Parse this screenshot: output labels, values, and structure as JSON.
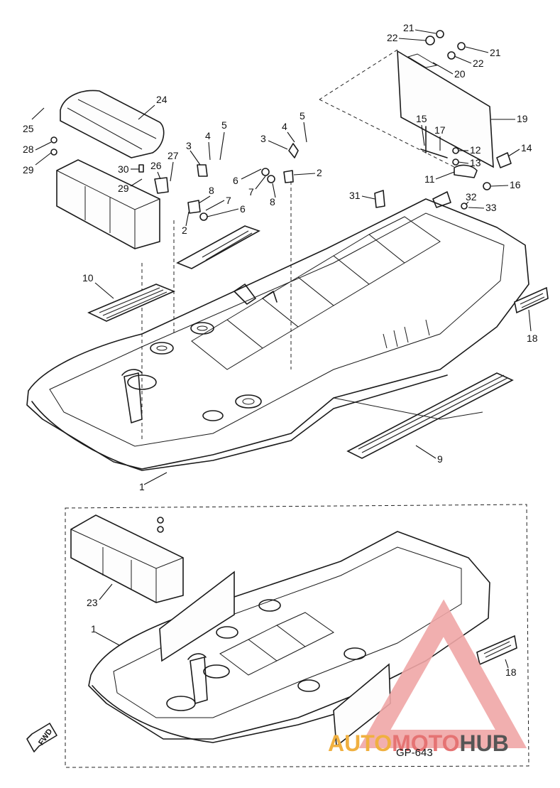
{
  "drawing_code": "GP-643",
  "direction_label": "FWD",
  "callouts": [
    "21",
    "22",
    "21",
    "22",
    "20",
    "19",
    "24",
    "25",
    "28",
    "29",
    "30",
    "29",
    "26",
    "27",
    "3",
    "4",
    "5",
    "3",
    "4",
    "5",
    "2",
    "6",
    "7",
    "8",
    "6",
    "7",
    "8",
    "2",
    "31",
    "15",
    "17",
    "12",
    "14",
    "13",
    "11",
    "16",
    "32",
    "33",
    "10",
    "18",
    "9",
    "1",
    "23",
    "1",
    "18"
  ],
  "watermark": {
    "part1": "AUTO",
    "part2": "MOTO",
    "part3": "HUB",
    "color1": "#f0b040",
    "color2": "#e57373",
    "color3": "#555555",
    "triangle_color": "#f0a6a6"
  }
}
